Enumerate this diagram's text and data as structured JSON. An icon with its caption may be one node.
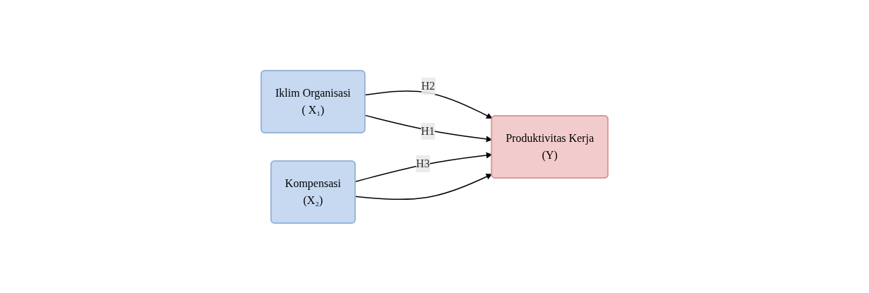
{
  "diagram": {
    "nodes": [
      {
        "text": [
          "Iklim Organisasi",
          "( X₁)"
        ]
      },
      {
        "text": [
          "Kompensasi",
          "(X₂)"
        ]
      },
      {
        "text": [
          "Produktivitas Kerja",
          "(Y)"
        ]
      }
    ],
    "edges": [
      {
        "from": 0,
        "to": 2,
        "arrow": "to",
        "label": "H2"
      },
      {
        "from": 1,
        "to": 2,
        "arrow": "to",
        "label": "H3"
      },
      {
        "from": 0,
        "to": 2,
        "arrow": "to",
        "label": "H1"
      },
      {
        "from": 1,
        "to": 2,
        "arrow": "to"
      }
    ]
  }
}
